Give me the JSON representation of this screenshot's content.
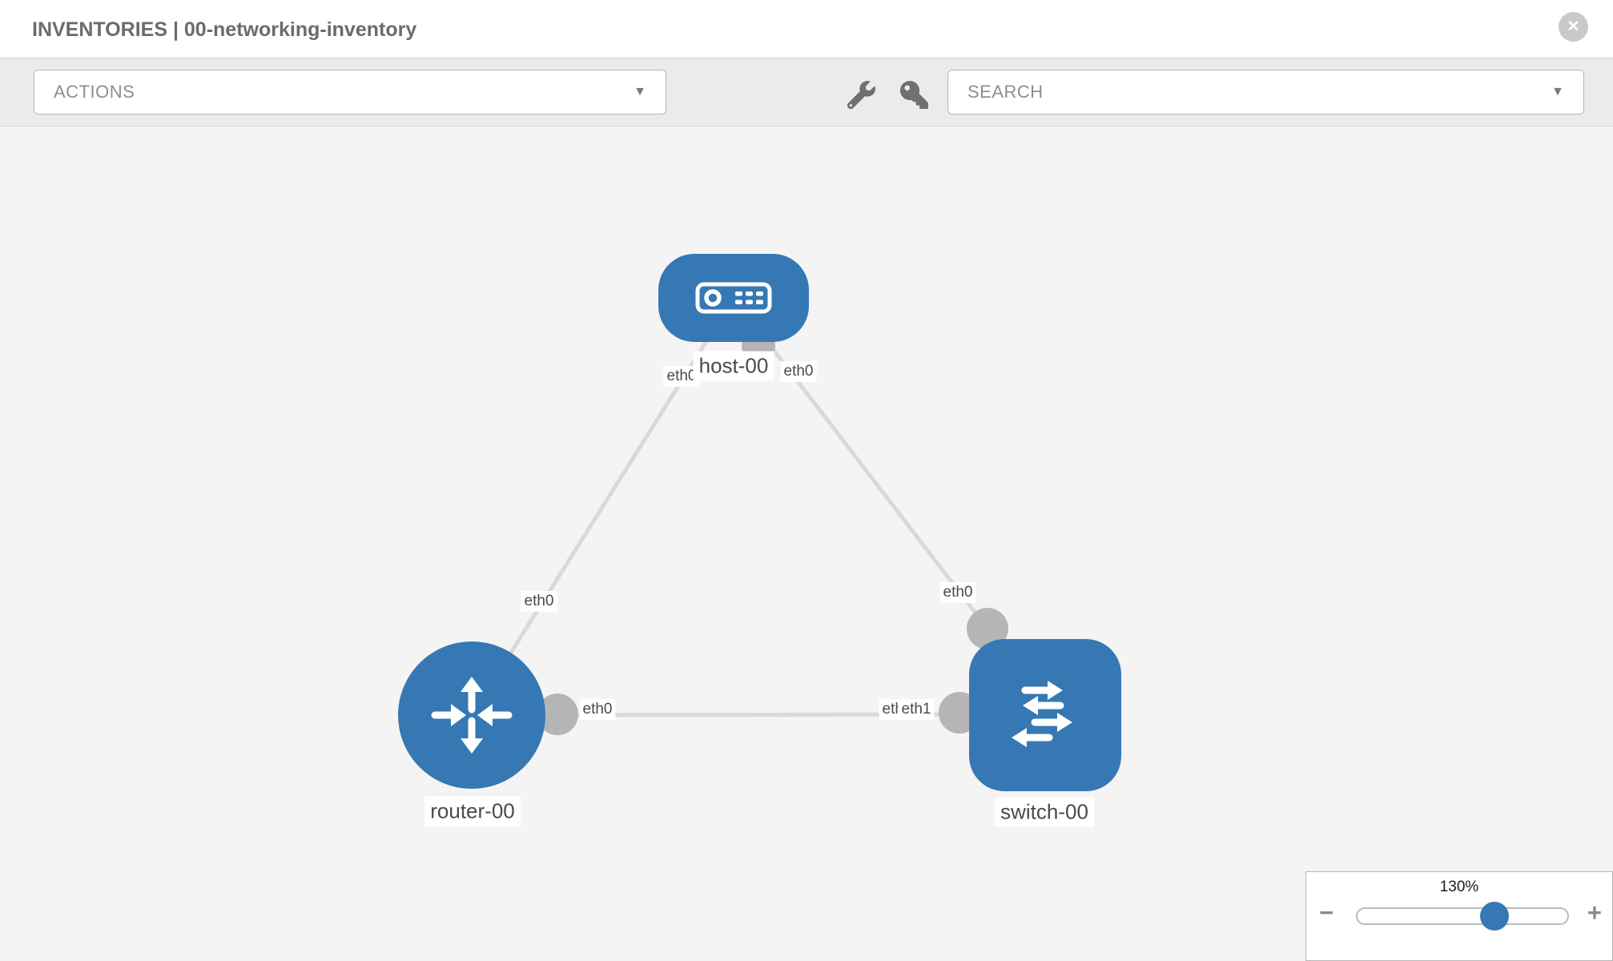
{
  "header": {
    "title": "INVENTORIES | 00-networking-inventory"
  },
  "toolbar": {
    "actions_label": "ACTIONS",
    "search_label": "SEARCH"
  },
  "icons": {
    "caret_down": "▼",
    "close": "✕",
    "minus": "−",
    "plus": "+",
    "wrench": "wrench-icon",
    "key": "key-icon"
  },
  "topology": {
    "nodes": [
      {
        "label": "host-00",
        "type": "host"
      },
      {
        "label": "router-00",
        "type": "router"
      },
      {
        "label": "switch-00",
        "type": "switch"
      }
    ],
    "links": [
      {
        "from": "host-00",
        "to": "router-00"
      },
      {
        "from": "host-00",
        "to": "switch-00"
      },
      {
        "from": "router-00",
        "to": "switch-00"
      }
    ],
    "interface_labels": {
      "host_left": "eth0",
      "host_right": "eth0",
      "router_top": "eth0",
      "switch_top": "eth0",
      "link_mid_left": "eth0",
      "link_mid_under": "eth0",
      "link_mid_over": "eth1"
    }
  },
  "zoom": {
    "level": "130%"
  },
  "colors": {
    "node_blue": "#3678b4",
    "link_gray": "#d9d9d9",
    "port_gray": "#b5b5b5",
    "toolbar_gray": "#ebebeb",
    "canvas_gray": "#f4f4f4",
    "title_gray": "#6b6b6b"
  }
}
